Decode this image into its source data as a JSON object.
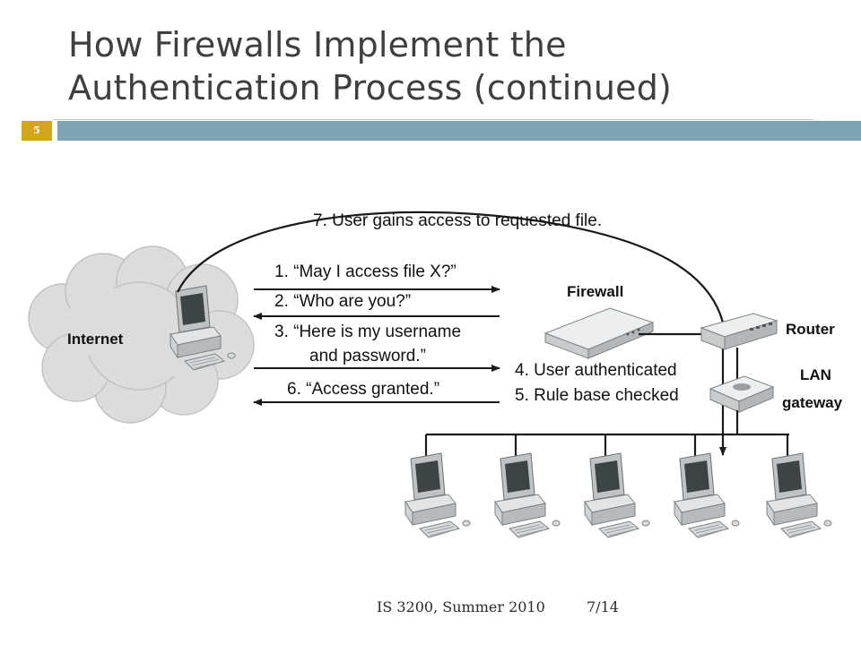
{
  "slide": {
    "title_line1": "How Firewalls Implement the",
    "title_line2": "Authentication Process (continued)",
    "number": "5"
  },
  "diagram": {
    "internet_label": "Internet",
    "firewall_label": "Firewall",
    "router_label": "Router",
    "lan_gateway_line1": "LAN",
    "lan_gateway_line2": "gateway",
    "steps": {
      "step7": "7. User gains access to requested file.",
      "step1": "1. “May I access file X?”",
      "step2": "2. “Who are you?”",
      "step3_line1": "3. “Here is my username",
      "step3_line2": "and password.”",
      "step4": "4. User authenticated",
      "step5": "5. Rule base checked",
      "step6": "6. “Access granted.”"
    }
  },
  "footer": {
    "course": "IS 3200, Summer 2010",
    "date": "7/14"
  }
}
